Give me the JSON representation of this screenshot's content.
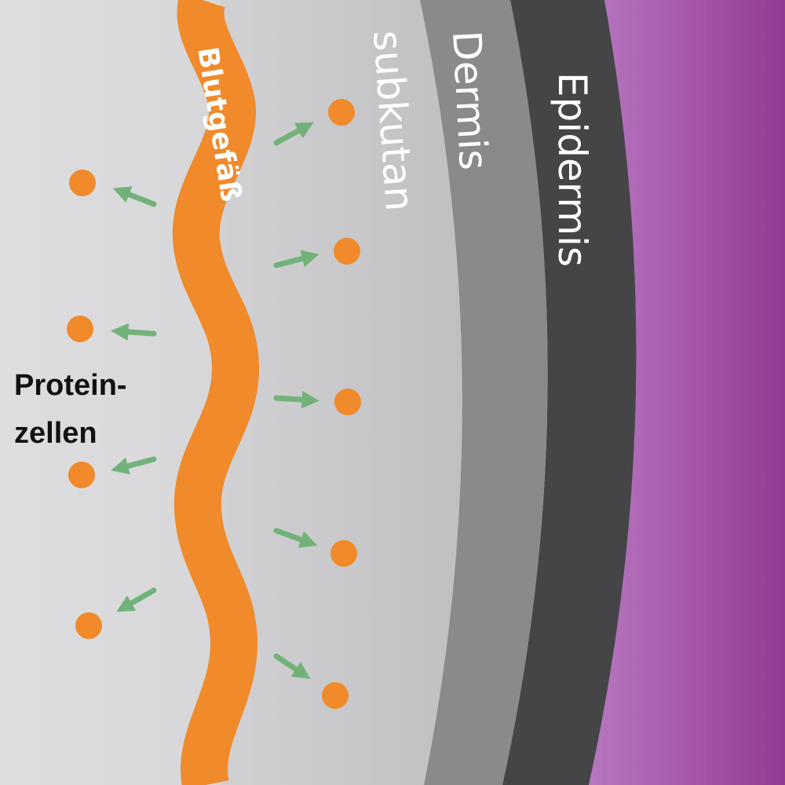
{
  "labels": {
    "epidermis": "Epidermis",
    "dermis": "Dermis",
    "subcutis": "subkutan",
    "vessel": "Blutgefäß",
    "protein_line1": "Protein-",
    "protein_line2": "zellen"
  },
  "colors": {
    "epidermis": "#454547",
    "dermis": "#8a8a8c",
    "subcutis": "#b8b8ba",
    "background": "#d8d8da",
    "surface_start": "#b777c0",
    "surface_end": "#943b93",
    "vessel": "#f08a2a",
    "protein_cell": "#f08a2a",
    "arrow": "#72b27a",
    "label_light": "#ffffff",
    "label_dark": "#111111"
  }
}
